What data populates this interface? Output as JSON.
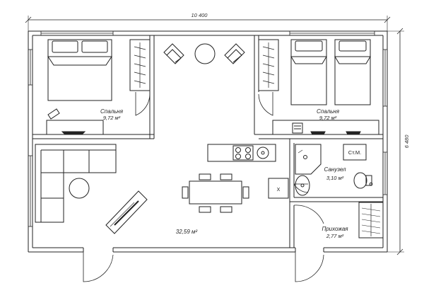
{
  "dimensions": {
    "width": "10 400",
    "height": "6 480"
  },
  "rooms": {
    "bedroom_left": {
      "name": "Спальня",
      "area": "9,72 м²"
    },
    "bedroom_right": {
      "name": "Спальня",
      "area": "9,72 м²"
    },
    "bathroom": {
      "name": "Санузел",
      "area": "3,10 м²"
    },
    "hallway": {
      "name": "Прихожая",
      "area": "2,77 м²"
    },
    "living": {
      "area": "32,59 м²"
    }
  },
  "fixtures": {
    "washer_label": "Ст.М.",
    "box_mark": "X"
  },
  "colors": {
    "line": "#222222",
    "wall": "#ffffff"
  }
}
